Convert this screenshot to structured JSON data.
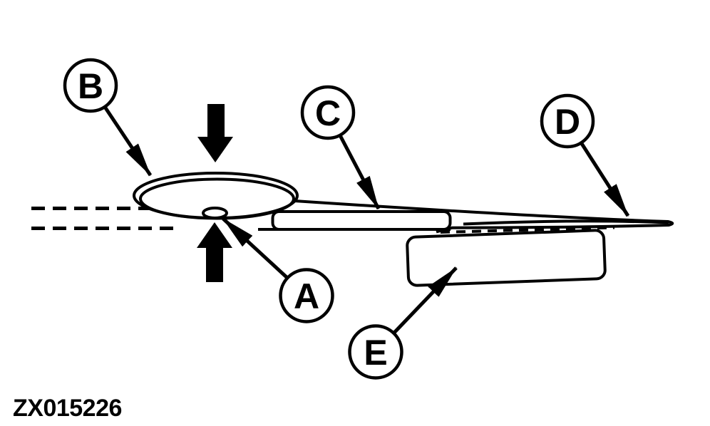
{
  "figure": {
    "code": "ZX015226",
    "background_color": "#ffffff",
    "line_color": "#000000"
  },
  "callouts": [
    {
      "label": "A"
    },
    {
      "label": "B"
    },
    {
      "label": "C"
    },
    {
      "label": "D"
    },
    {
      "label": "E"
    }
  ],
  "icons": {
    "press_down_arrow": "solid-down-arrow",
    "press_up_arrow": "solid-up-arrow"
  }
}
